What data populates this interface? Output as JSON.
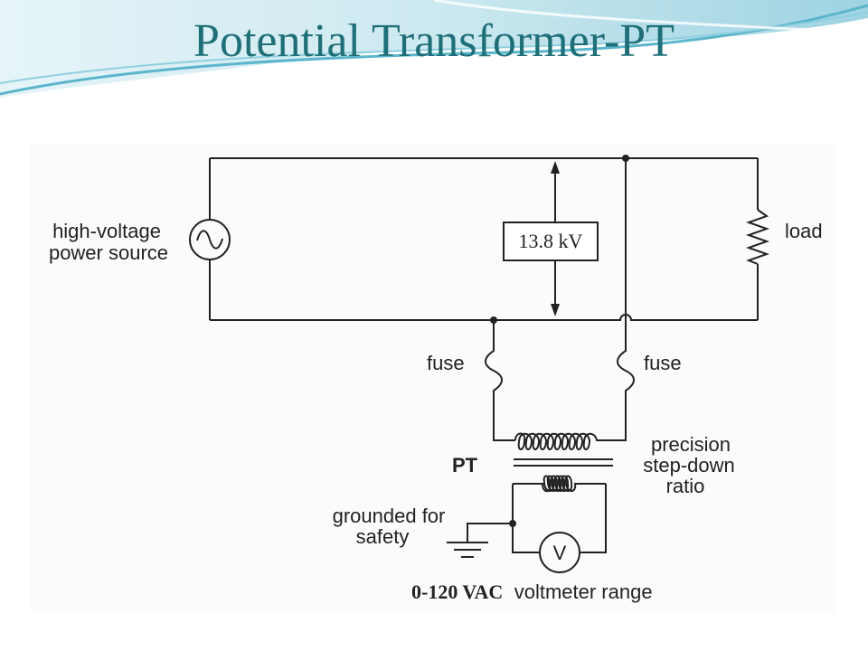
{
  "slide": {
    "title": "Potential Transformer-PT"
  },
  "diagram": {
    "source_label_line1": "high-voltage",
    "source_label_line2": "power source",
    "voltage_box": "13.8 kV",
    "load_label": "load",
    "fuse_left_label": "fuse",
    "fuse_right_label": "fuse",
    "pt_label": "PT",
    "ratio_line1": "precision",
    "ratio_line2": "step-down",
    "ratio_line3": "ratio",
    "ground_line1": "grounded for",
    "ground_line2": "safety",
    "voltmeter_symbol": "V",
    "range_bold": "0-120 VAC",
    "range_text": "voltmeter range"
  },
  "colors": {
    "title": "#1f6f78",
    "wave_light": "#b8e0ea",
    "wave_mid": "#5bb5cc"
  }
}
